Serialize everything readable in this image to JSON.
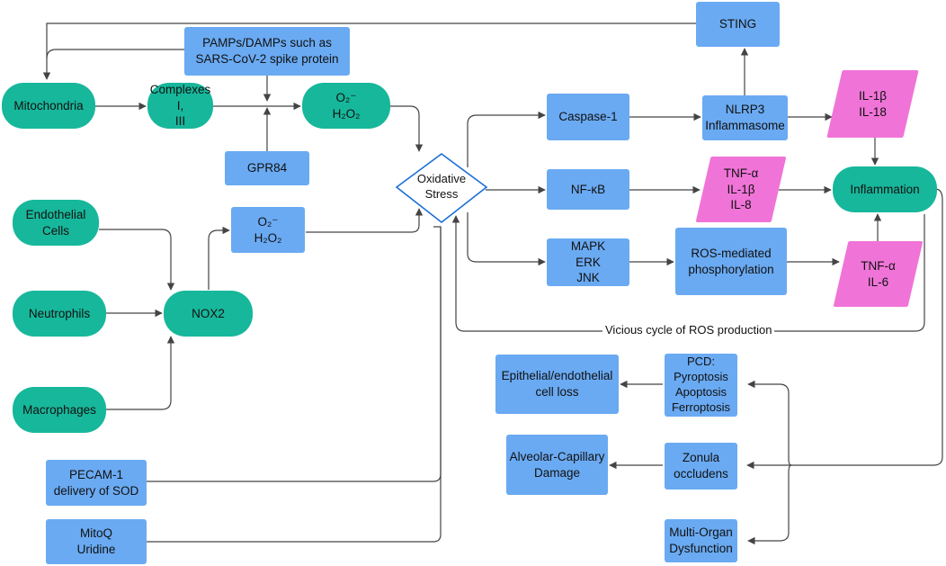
{
  "nodes": {
    "sting": "STING",
    "pamps": "PAMPs/DAMPs such as\nSARS-CoV-2 spike protein",
    "mitochondria": "Mitochondria",
    "complexes": "Complexes I,\nIII",
    "o2_top": "O₂⁻\nH₂O₂",
    "gpr84": "GPR84",
    "oxidative_stress": "Oxidative\nStress",
    "caspase1": "Caspase-1",
    "nlrp3": "NLRP3\nInflammasome",
    "il1b_il18": "IL-1β\nIL-18",
    "nfkb": "NF-κB",
    "tnf_il1b_il8": "TNF-α\nIL-1β\nIL-8",
    "inflammation": "Inflammation",
    "mapk": "MAPK\nERK\nJNK",
    "ros_phos": "ROS-mediated\nphosphorylation",
    "tnf_il6": "TNF-α\nIL-6",
    "endothelial": "Endothelial\nCells",
    "neutrophils": "Neutrophils",
    "macrophages": "Macrophages",
    "nox2": "NOX2",
    "o2_mid": "O₂⁻\nH₂O₂",
    "pecam": "PECAM-1\ndelivery of SOD",
    "mitoq": "MitoQ\nUridine",
    "epithelial": "Epithelial/endothelial\ncell loss",
    "pcd": "PCD:\nPyroptosis\nApoptosis\nFerroptosis",
    "alveolar": "Alveolar-Capillary\nDamage",
    "zonula": "Zonula\noccludens",
    "multiorgan": "Multi-Organ\nDysfunction"
  },
  "cycle_label": "Vicious cycle of ROS production",
  "colors": {
    "blue": "#6aaaf2",
    "green": "#17b79b",
    "pink": "#f074d8",
    "diamond_border": "#1a6fd8",
    "line": "#444444"
  }
}
